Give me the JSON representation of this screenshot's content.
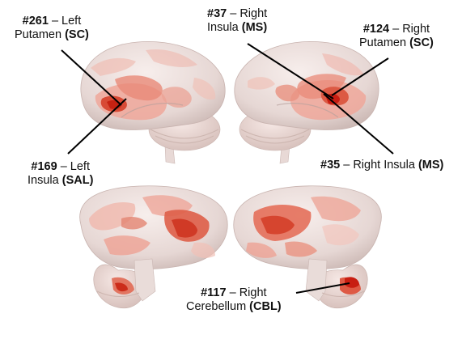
{
  "colors": {
    "brain_base": "#ece1df",
    "brain_shade": "#d7c8c5",
    "cerebellum": "#efdbd7",
    "act_light": "#f2b4a8",
    "act_mid": "#e9826f",
    "act_strong": "#d94b36",
    "act_peak": "#c81e12",
    "line": "#000000"
  },
  "annotations": {
    "a261": {
      "id": "#261",
      "sep": " – ",
      "line1_rest": "Left",
      "line2": "Putamen ",
      "network": "(SC)"
    },
    "a37": {
      "id": "#37",
      "sep": " – ",
      "line1_rest": "Right",
      "line2": "Insula ",
      "network": "(MS)"
    },
    "a124": {
      "id": "#124",
      "sep": " – ",
      "line1_rest": "Right",
      "line2": "Putamen ",
      "network": "(SC)"
    },
    "a169": {
      "id": "#169",
      "sep": " – ",
      "line1_rest": "Left",
      "line2": "Insula ",
      "network": "(SAL)"
    },
    "a35": {
      "id": "#35",
      "sep": " – ",
      "line1_rest": "Right Insula ",
      "network": "(MS)"
    },
    "a117": {
      "id": "#117",
      "sep": " – ",
      "line1_rest": "Right",
      "line2": "Cerebellum ",
      "network": "(CBL)"
    }
  }
}
